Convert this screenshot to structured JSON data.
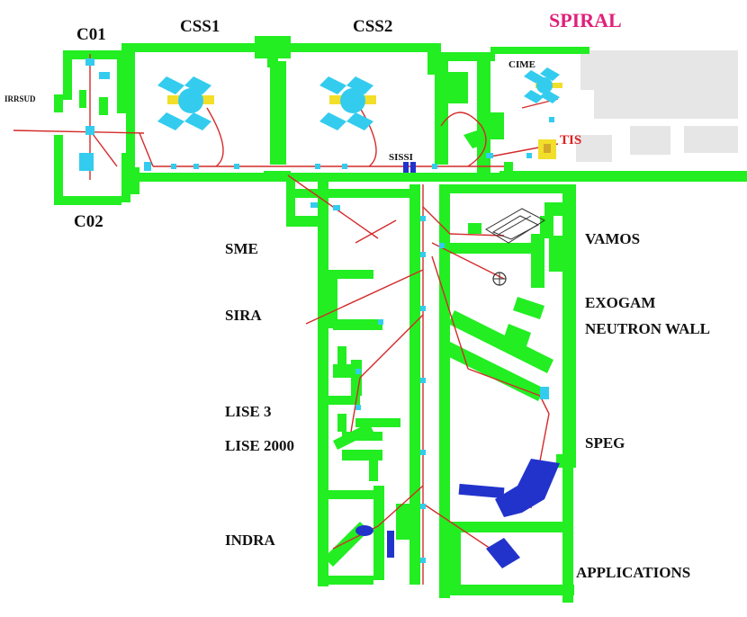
{
  "colors": {
    "wall": "#22ee22",
    "beam": "#d42a2a",
    "magnet": "#33ccee",
    "dipole": "#2233cc",
    "yellow": "#f2df2a",
    "spiral_label": "#e0207a",
    "tis_label": "#e02020",
    "annex": "#e6e6e6"
  },
  "labels": {
    "c01": "C01",
    "css1": "CSS1",
    "css2": "CSS2",
    "spiral": "SPIRAL",
    "irrsud": "IRRSUD",
    "c02": "C02",
    "cime": "CIME",
    "tis": "TIS",
    "sissi": "SISSI",
    "sme": "SME",
    "vamos": "VAMOS",
    "exogam": "EXOGAM",
    "neutron_wall": "NEUTRON WALL",
    "sira": "SIRA",
    "lise3": "LISE 3",
    "lise2000": "LISE 2000",
    "speg": "SPEG",
    "indra": "INDRA",
    "applications": "APPLICATIONS"
  }
}
